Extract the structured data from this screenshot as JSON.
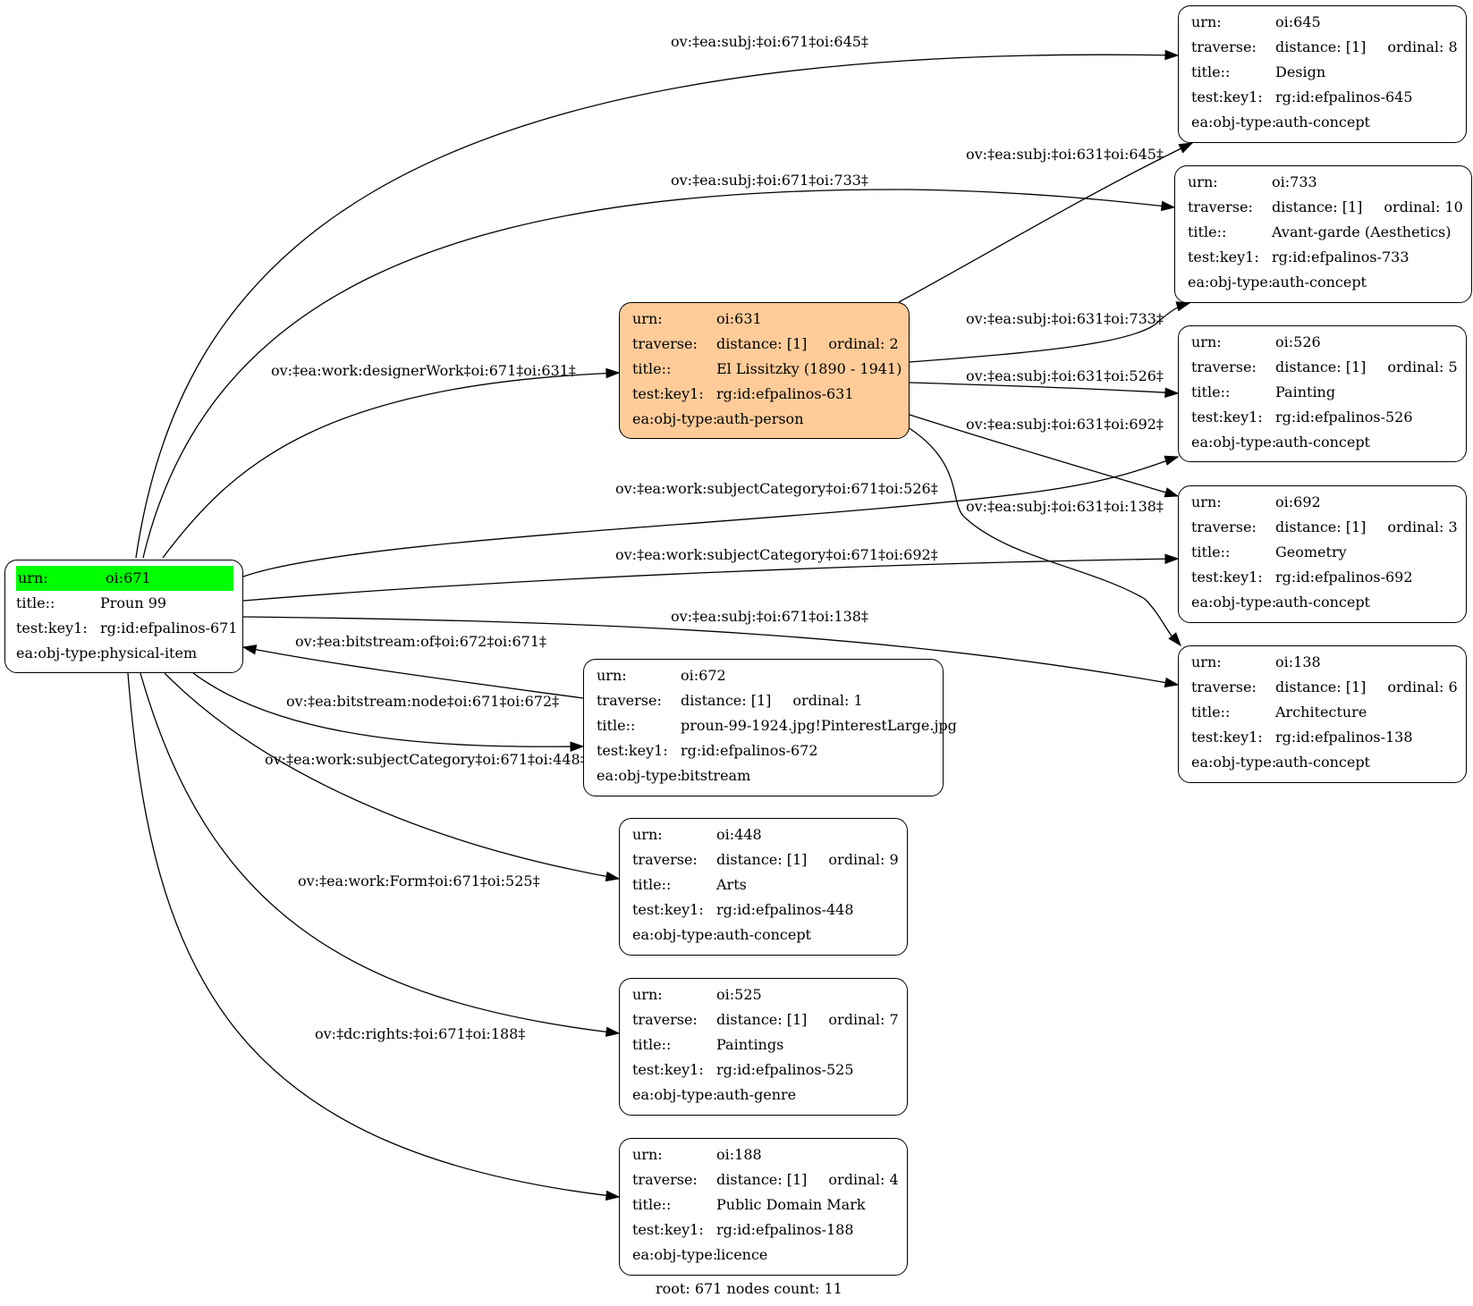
{
  "root_node": {
    "urn_key": "urn:",
    "urn": "oi:671",
    "title_key": "title::",
    "title": "Proun 99",
    "testkey_key": "test:key1:",
    "testkey": "rg:id:efpalinos-671",
    "type_key": "ea:obj-type:",
    "type": "physical-item",
    "highlight_color": "#00ff00"
  },
  "nodes": [
    {
      "id": "645",
      "urn": "oi:645",
      "distance": "distance: [1]",
      "ordinal": "ordinal: 8",
      "title": "Design",
      "testkey": "rg:id:efpalinos-645",
      "type": "auth-concept"
    },
    {
      "id": "733",
      "urn": "oi:733",
      "distance": "distance: [1]",
      "ordinal": "ordinal: 10",
      "title": "Avant-garde (Aesthetics)",
      "testkey": "rg:id:efpalinos-733",
      "type": "auth-concept"
    },
    {
      "id": "631",
      "urn": "oi:631",
      "distance": "distance: [1]",
      "ordinal": "ordinal: 2",
      "title": "El Lissitzky (1890 - 1941)",
      "testkey": "rg:id:efpalinos-631",
      "type": "auth-person",
      "fill": "#ffcc99"
    },
    {
      "id": "526",
      "urn": "oi:526",
      "distance": "distance: [1]",
      "ordinal": "ordinal: 5",
      "title": "Painting",
      "testkey": "rg:id:efpalinos-526",
      "type": "auth-concept"
    },
    {
      "id": "692",
      "urn": "oi:692",
      "distance": "distance: [1]",
      "ordinal": "ordinal: 3",
      "title": "Geometry",
      "testkey": "rg:id:efpalinos-692",
      "type": "auth-concept"
    },
    {
      "id": "138",
      "urn": "oi:138",
      "distance": "distance: [1]",
      "ordinal": "ordinal: 6",
      "title": "Architecture",
      "testkey": "rg:id:efpalinos-138",
      "type": "auth-concept"
    },
    {
      "id": "672",
      "urn": "oi:672",
      "distance": "distance: [1]",
      "ordinal": "ordinal: 1",
      "title": "proun-99-1924.jpg!PinterestLarge.jpg",
      "testkey": "rg:id:efpalinos-672",
      "type": "bitstream"
    },
    {
      "id": "448",
      "urn": "oi:448",
      "distance": "distance: [1]",
      "ordinal": "ordinal: 9",
      "title": "Arts",
      "testkey": "rg:id:efpalinos-448",
      "type": "auth-concept"
    },
    {
      "id": "525",
      "urn": "oi:525",
      "distance": "distance: [1]",
      "ordinal": "ordinal: 7",
      "title": "Paintings",
      "testkey": "rg:id:efpalinos-525",
      "type": "auth-genre"
    },
    {
      "id": "188",
      "urn": "oi:188",
      "distance": "distance: [1]",
      "ordinal": "ordinal: 4",
      "title": "Public Domain Mark",
      "testkey": "rg:id:efpalinos-188",
      "type": "licence"
    }
  ],
  "field_keys": {
    "urn": "urn:",
    "traverse": "traverse:",
    "title": "title::",
    "testkey": "test:key1:",
    "type": "ea:obj-type:"
  },
  "edges": [
    {
      "id": "671-645",
      "label": "ov:‡ea:subj:‡oi:671‡oi:645‡"
    },
    {
      "id": "671-733",
      "label": "ov:‡ea:subj:‡oi:671‡oi:733‡"
    },
    {
      "id": "671-631",
      "label": "ov:‡ea:work:designerWork‡oi:671‡oi:631‡"
    },
    {
      "id": "631-645",
      "label": "ov:‡ea:subj:‡oi:631‡oi:645‡"
    },
    {
      "id": "631-733",
      "label": "ov:‡ea:subj:‡oi:631‡oi:733‡"
    },
    {
      "id": "631-526",
      "label": "ov:‡ea:subj:‡oi:631‡oi:526‡"
    },
    {
      "id": "631-692",
      "label": "ov:‡ea:subj:‡oi:631‡oi:692‡"
    },
    {
      "id": "631-138",
      "label": "ov:‡ea:subj:‡oi:631‡oi:138‡"
    },
    {
      "id": "671-526",
      "label": "ov:‡ea:work:subjectCategory‡oi:671‡oi:526‡"
    },
    {
      "id": "671-692",
      "label": "ov:‡ea:work:subjectCategory‡oi:671‡oi:692‡"
    },
    {
      "id": "671-138",
      "label": "ov:‡ea:subj:‡oi:671‡oi:138‡"
    },
    {
      "id": "672-671",
      "label": "ov:‡ea:bitstream:of‡oi:672‡oi:671‡"
    },
    {
      "id": "671-672",
      "label": "ov:‡ea:bitstream:node‡oi:671‡oi:672‡"
    },
    {
      "id": "671-448",
      "label": "ov:‡ea:work:subjectCategory‡oi:671‡oi:448‡"
    },
    {
      "id": "671-525",
      "label": "ov:‡ea:work:Form‡oi:671‡oi:525‡"
    },
    {
      "id": "671-188",
      "label": "ov:‡dc:rights:‡oi:671‡oi:188‡"
    }
  ],
  "footer": "root: 671 nodes count: 11"
}
